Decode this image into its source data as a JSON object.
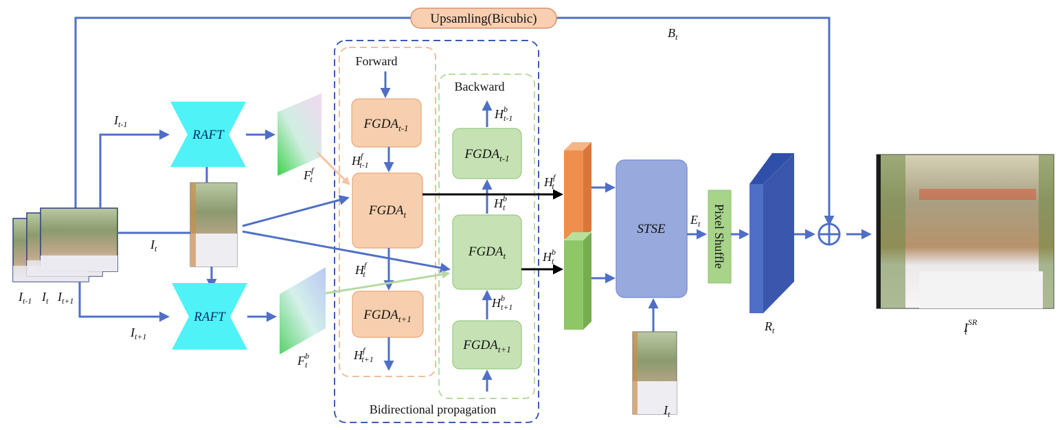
{
  "colors": {
    "arrow": "#4f6fc7",
    "black_arrow": "#000000",
    "forward_fill": "#f7cfae",
    "forward_stroke": "#e9a47a",
    "backward_fill": "#c6e2b4",
    "backward_stroke": "#98c983",
    "raft": "#4ff2f7",
    "stse_fill": "#97a9dd",
    "stse_stroke": "#7f94d8",
    "pixel_shuffle_fill": "#a8d48a",
    "upsample_fill": "#f8cfb1",
    "upsample_stroke": "#d9906a",
    "outer_dashed": "#3b5bb0",
    "orange_feature": "#ef8f4d",
    "green_feature": "#8fc767",
    "residual_block": "#3f5db5"
  },
  "upsampling": {
    "label": "Upsamling(Bicubic)"
  },
  "labels": {
    "b_t": "B",
    "b_t_sub": "t",
    "i_tm1": "I",
    "i_tm1_sub": "t-1",
    "i_t_mid": "I",
    "i_t_mid_sub": "t",
    "i_tp1": "I",
    "i_tp1_sub": "t+1",
    "stack_i_tm1": "I",
    "stack_i_tm1_sub": "t-1",
    "stack_i_t": "I",
    "stack_i_t_sub": "t",
    "stack_i_tp1": "I",
    "stack_i_tp1_sub": "t+1",
    "f_f_t": "F",
    "f_f_t_sup": "f",
    "f_f_t_sub": "t",
    "f_b_t": "F",
    "f_b_t_sup": "b",
    "f_b_t_sub": "t",
    "hf_tm1": "H",
    "hf_tm1_sup": "f",
    "hf_tm1_sub": "t-1",
    "hf_t": "H",
    "hf_t_sup": "f",
    "hf_t_sub": "t",
    "hf_tp1": "H",
    "hf_tp1_sup": "f",
    "hf_tp1_sub": "t+1",
    "hb_tm1": "H",
    "hb_tm1_sup": "b",
    "hb_tm1_sub": "t-1",
    "hb_t": "H",
    "hb_t_sup": "b",
    "hb_t_sub": "t",
    "hb_tp1": "H",
    "hb_tp1_sup": "b",
    "hb_tp1_sub": "t+1",
    "out_hf": "H",
    "out_hf_sup": "f",
    "out_hf_sub": "t",
    "out_hb": "H",
    "out_hb_sup": "b",
    "out_hb_sub": "t",
    "e_t": "E",
    "e_t_sub": "t",
    "r_t": "R",
    "r_t_sub": "t",
    "i_bottom": "I",
    "i_bottom_sub": "t",
    "i_sr": "I",
    "i_sr_sup": "SR",
    "i_sr_sub": "t"
  },
  "raft": {
    "top": "RAFT",
    "bottom": "RAFT"
  },
  "forward": {
    "title": "Forward",
    "block_tm1": "FGDA",
    "block_tm1_sub": "t-1",
    "block_t": "FGDA",
    "block_t_sub": "t",
    "block_tp1": "FGDA",
    "block_tp1_sub": "t+1"
  },
  "backward": {
    "title": "Backward",
    "block_tm1": "FGDA",
    "block_tm1_sub": "t-1",
    "block_t": "FGDA",
    "block_t_sub": "t",
    "block_tp1": "FGDA",
    "block_tp1_sub": "t+1"
  },
  "bidirectional": {
    "title": "Bidirectional propagation"
  },
  "stse": {
    "label": "STSE"
  },
  "pixel_shuffle": {
    "label": "Pixel Shuffle"
  },
  "adder": {
    "symbol": "⊕"
  }
}
